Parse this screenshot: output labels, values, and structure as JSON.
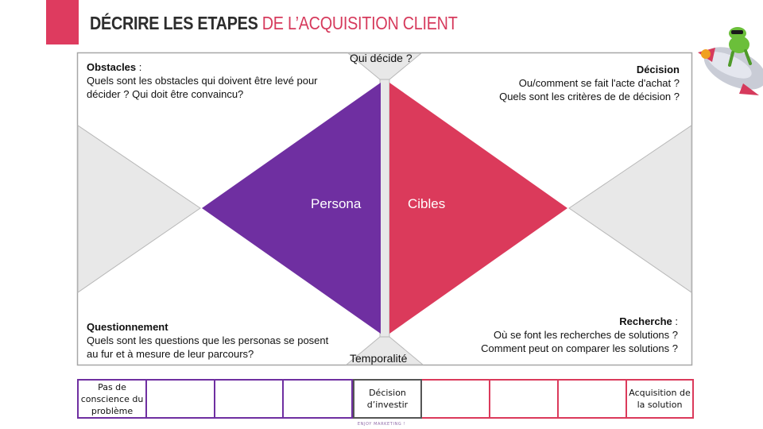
{
  "header": {
    "title_dark": "DÉCRIRE LES ETAPES",
    "title_accent": "DE L’ACQUISITION CLIENT"
  },
  "top_axis_label": "Qui décide ?",
  "bottom_axis_label": "Temporalité",
  "quadrants": {
    "top_left": {
      "heading": "Obstacles",
      "suffix": " :",
      "line1": "Quels sont les obstacles qui doivent être levé pour",
      "line2": "décider ? Qui doit être convaincu?"
    },
    "top_right": {
      "heading": "Décision",
      "line1": "Ou/comment se fait l'acte d'achat ?",
      "line2": "Quels sont les critères de de décision ?"
    },
    "bottom_left": {
      "heading": "Questionnement",
      "line1": "Quels sont les questions que les personas se posent",
      "line2": "au fur et à mesure de leur parcours?"
    },
    "bottom_right": {
      "heading": "Recherche",
      "suffix": " :",
      "line1": "Où se font les recherches de solutions ?",
      "line2": "Comment peut on comparer les solutions ?"
    }
  },
  "center": {
    "left_label": "Persona",
    "right_label": "Cibles"
  },
  "timeline": {
    "cells": [
      "Pas de conscience du problème",
      "",
      "",
      "",
      "Décision d’investir",
      "",
      "",
      "",
      "Acquisition de la solution"
    ]
  },
  "footer": "ENJOY MARKETING !",
  "colors": {
    "accent_pink": "#de3b5f",
    "purple": "#6f2fa1",
    "red": "#db3a5b",
    "frame_grey": "#a7a7a7",
    "fill_grey": "#e8e8e8",
    "decision_border": "#555555"
  },
  "decoration": {
    "illustration": "frog-on-rocket-icon"
  }
}
